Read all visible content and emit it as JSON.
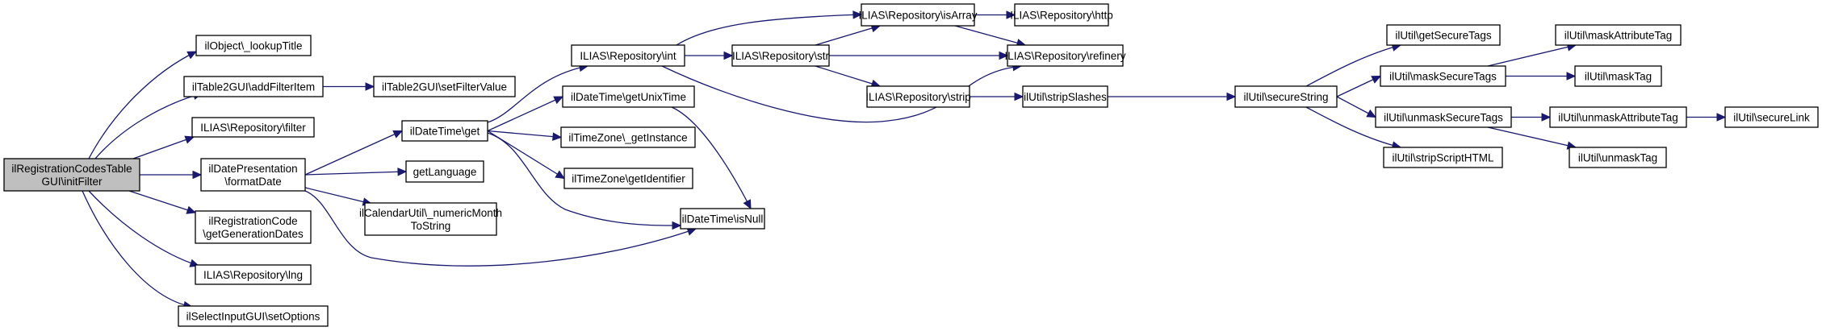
{
  "graph": {
    "type": "call-graph",
    "colors": {
      "edge": "#191970",
      "root_fill": "#bfbfbf",
      "node_fill": "#ffffff",
      "node_border": "#000000"
    },
    "nodes": [
      {
        "id": "root",
        "lines": [
          "ilRegistrationCodesTable",
          "GUI\\initFilter"
        ],
        "root": true
      },
      {
        "id": "lookupTitle",
        "lines": [
          "ilObject\\_lookupTitle"
        ]
      },
      {
        "id": "addFilterItem",
        "lines": [
          "ilTable2GUI\\addFilterItem"
        ]
      },
      {
        "id": "setFilterValue",
        "lines": [
          "ilTable2GUI\\setFilterValue"
        ]
      },
      {
        "id": "filter",
        "lines": [
          "ILIAS\\Repository\\filter"
        ]
      },
      {
        "id": "formatDate",
        "lines": [
          "ilDatePresentation",
          "\\formatDate"
        ]
      },
      {
        "id": "getGenerationDates",
        "lines": [
          "ilRegistrationCode",
          "\\getGenerationDates"
        ]
      },
      {
        "id": "lng",
        "lines": [
          "ILIAS\\Repository\\lng"
        ]
      },
      {
        "id": "setOptions",
        "lines": [
          "ilSelectInputGUI\\setOptions"
        ]
      },
      {
        "id": "dtGet",
        "lines": [
          "ilDateTime\\get"
        ]
      },
      {
        "id": "getLanguage",
        "lines": [
          "getLanguage"
        ]
      },
      {
        "id": "numericMonth",
        "lines": [
          "ilCalendarUtil\\_numericMonth",
          "ToString"
        ]
      },
      {
        "id": "repoInt",
        "lines": [
          "ILIAS\\Repository\\int"
        ]
      },
      {
        "id": "getUnixTime",
        "lines": [
          "ilDateTime\\getUnixTime"
        ]
      },
      {
        "id": "tzInstance",
        "lines": [
          "ilTimeZone\\_getInstance"
        ]
      },
      {
        "id": "tzIdentifier",
        "lines": [
          "ilTimeZone\\getIdentifier"
        ]
      },
      {
        "id": "isNull",
        "lines": [
          "ilDateTime\\isNull"
        ]
      },
      {
        "id": "repoStr",
        "lines": [
          "ILIAS\\Repository\\str"
        ]
      },
      {
        "id": "isArray",
        "lines": [
          "ILIAS\\Repository\\isArray"
        ]
      },
      {
        "id": "http",
        "lines": [
          "ILIAS\\Repository\\http"
        ]
      },
      {
        "id": "refinery",
        "lines": [
          "ILIAS\\Repository\\refinery"
        ]
      },
      {
        "id": "strip",
        "lines": [
          "ILIAS\\Repository\\strip"
        ]
      },
      {
        "id": "stripSlashes",
        "lines": [
          "ilUtil\\stripSlashes"
        ]
      },
      {
        "id": "secureString",
        "lines": [
          "ilUtil\\secureString"
        ]
      },
      {
        "id": "getSecureTags",
        "lines": [
          "ilUtil\\getSecureTags"
        ]
      },
      {
        "id": "maskSecureTags",
        "lines": [
          "ilUtil\\maskSecureTags"
        ]
      },
      {
        "id": "unmaskSecureTags",
        "lines": [
          "ilUtil\\unmaskSecureTags"
        ]
      },
      {
        "id": "stripScriptHTML",
        "lines": [
          "ilUtil\\stripScriptHTML"
        ]
      },
      {
        "id": "maskAttributeTag",
        "lines": [
          "ilUtil\\maskAttributeTag"
        ]
      },
      {
        "id": "maskTag",
        "lines": [
          "ilUtil\\maskTag"
        ]
      },
      {
        "id": "unmaskAttributeTag",
        "lines": [
          "ilUtil\\unmaskAttributeTag"
        ]
      },
      {
        "id": "secureLink",
        "lines": [
          "ilUtil\\secureLink"
        ]
      },
      {
        "id": "unmaskTag",
        "lines": [
          "ilUtil\\unmaskTag"
        ]
      }
    ],
    "edges": [
      [
        "root",
        "lookupTitle"
      ],
      [
        "root",
        "addFilterItem"
      ],
      [
        "root",
        "filter"
      ],
      [
        "root",
        "formatDate"
      ],
      [
        "root",
        "getGenerationDates"
      ],
      [
        "root",
        "lng"
      ],
      [
        "root",
        "setOptions"
      ],
      [
        "addFilterItem",
        "setFilterValue"
      ],
      [
        "formatDate",
        "dtGet"
      ],
      [
        "formatDate",
        "getLanguage"
      ],
      [
        "formatDate",
        "numericMonth"
      ],
      [
        "formatDate",
        "isNull"
      ],
      [
        "dtGet",
        "repoInt"
      ],
      [
        "dtGet",
        "getUnixTime"
      ],
      [
        "dtGet",
        "tzInstance"
      ],
      [
        "dtGet",
        "tzIdentifier"
      ],
      [
        "dtGet",
        "isNull"
      ],
      [
        "getUnixTime",
        "isNull"
      ],
      [
        "repoInt",
        "isArray"
      ],
      [
        "repoInt",
        "repoStr"
      ],
      [
        "repoInt",
        "refinery"
      ],
      [
        "repoStr",
        "isArray"
      ],
      [
        "repoStr",
        "refinery"
      ],
      [
        "repoStr",
        "strip"
      ],
      [
        "isArray",
        "http"
      ],
      [
        "isArray",
        "refinery"
      ],
      [
        "strip",
        "stripSlashes"
      ],
      [
        "stripSlashes",
        "secureString"
      ],
      [
        "secureString",
        "getSecureTags"
      ],
      [
        "secureString",
        "maskSecureTags"
      ],
      [
        "secureString",
        "unmaskSecureTags"
      ],
      [
        "secureString",
        "stripScriptHTML"
      ],
      [
        "maskSecureTags",
        "maskAttributeTag"
      ],
      [
        "maskSecureTags",
        "maskTag"
      ],
      [
        "unmaskSecureTags",
        "unmaskAttributeTag"
      ],
      [
        "unmaskSecureTags",
        "unmaskTag"
      ],
      [
        "unmaskAttributeTag",
        "secureLink"
      ]
    ]
  }
}
